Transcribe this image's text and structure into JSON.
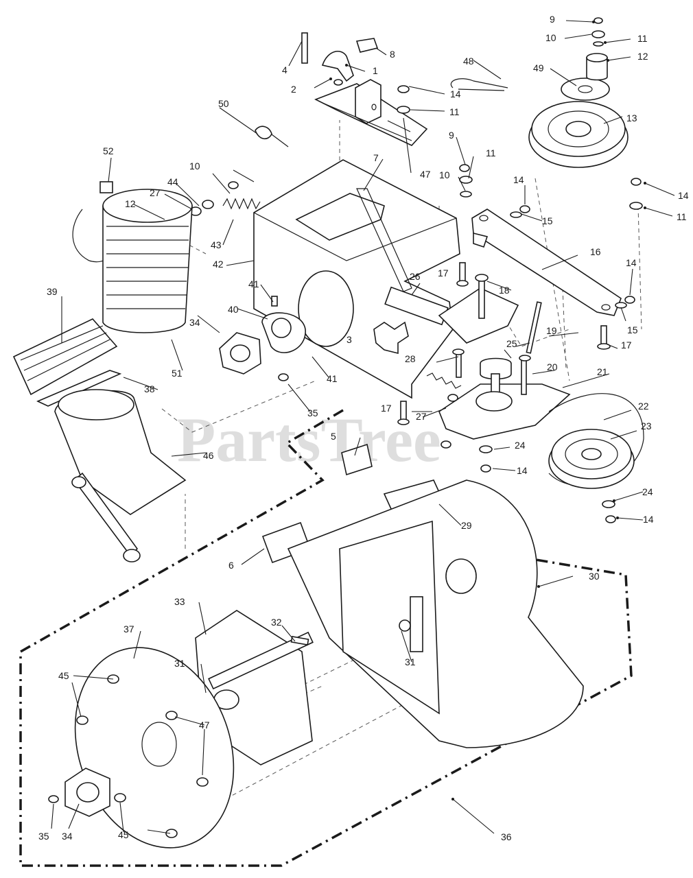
{
  "watermark": {
    "text": "PartsTree",
    "trademark": "™",
    "color": "#cfcfcf"
  },
  "callouts": [
    {
      "id": "c1",
      "label": "1"
    },
    {
      "id": "c2",
      "label": "2"
    },
    {
      "id": "c3",
      "label": "3"
    },
    {
      "id": "c4",
      "label": "4"
    },
    {
      "id": "c5",
      "label": "5"
    },
    {
      "id": "c6",
      "label": "6"
    },
    {
      "id": "c7",
      "label": "7"
    },
    {
      "id": "c8",
      "label": "8"
    },
    {
      "id": "c9a",
      "label": "9"
    },
    {
      "id": "c9b",
      "label": "9"
    },
    {
      "id": "c10a",
      "label": "10"
    },
    {
      "id": "c10b",
      "label": "10"
    },
    {
      "id": "c10c",
      "label": "10"
    },
    {
      "id": "c11a",
      "label": "11"
    },
    {
      "id": "c11b",
      "label": "11"
    },
    {
      "id": "c11c",
      "label": "11"
    },
    {
      "id": "c11d",
      "label": "11"
    },
    {
      "id": "c12a",
      "label": "12"
    },
    {
      "id": "c12b",
      "label": "12"
    },
    {
      "id": "c13",
      "label": "13"
    },
    {
      "id": "c14a",
      "label": "14"
    },
    {
      "id": "c14b",
      "label": "14"
    },
    {
      "id": "c14c",
      "label": "14"
    },
    {
      "id": "c14d",
      "label": "14"
    },
    {
      "id": "c14e",
      "label": "14"
    },
    {
      "id": "c14f",
      "label": "14"
    },
    {
      "id": "c15a",
      "label": "15"
    },
    {
      "id": "c15b",
      "label": "15"
    },
    {
      "id": "c16",
      "label": "16"
    },
    {
      "id": "c17a",
      "label": "17"
    },
    {
      "id": "c17b",
      "label": "17"
    },
    {
      "id": "c17c",
      "label": "17"
    },
    {
      "id": "c18",
      "label": "18"
    },
    {
      "id": "c19",
      "label": "19"
    },
    {
      "id": "c20",
      "label": "20"
    },
    {
      "id": "c21",
      "label": "21"
    },
    {
      "id": "c22",
      "label": "22"
    },
    {
      "id": "c23",
      "label": "23"
    },
    {
      "id": "c24a",
      "label": "24"
    },
    {
      "id": "c24b",
      "label": "24"
    },
    {
      "id": "c25",
      "label": "25"
    },
    {
      "id": "c26",
      "label": "26"
    },
    {
      "id": "c27a",
      "label": "27"
    },
    {
      "id": "c27b",
      "label": "27"
    },
    {
      "id": "c28",
      "label": "28"
    },
    {
      "id": "c29",
      "label": "29"
    },
    {
      "id": "c30",
      "label": "30"
    },
    {
      "id": "c31a",
      "label": "31"
    },
    {
      "id": "c31b",
      "label": "31"
    },
    {
      "id": "c32",
      "label": "32"
    },
    {
      "id": "c33",
      "label": "33"
    },
    {
      "id": "c34a",
      "label": "34"
    },
    {
      "id": "c34b",
      "label": "34"
    },
    {
      "id": "c35a",
      "label": "35"
    },
    {
      "id": "c35b",
      "label": "35"
    },
    {
      "id": "c36",
      "label": "36"
    },
    {
      "id": "c37",
      "label": "37"
    },
    {
      "id": "c38",
      "label": "38"
    },
    {
      "id": "c39",
      "label": "39"
    },
    {
      "id": "c40",
      "label": "40"
    },
    {
      "id": "c41a",
      "label": "41"
    },
    {
      "id": "c41b",
      "label": "41"
    },
    {
      "id": "c42",
      "label": "42"
    },
    {
      "id": "c43",
      "label": "43"
    },
    {
      "id": "c44",
      "label": "44"
    },
    {
      "id": "c45a",
      "label": "45"
    },
    {
      "id": "c45b",
      "label": "45"
    },
    {
      "id": "c46",
      "label": "46"
    },
    {
      "id": "c47a",
      "label": "47"
    },
    {
      "id": "c47b",
      "label": "47"
    },
    {
      "id": "c48",
      "label": "48"
    },
    {
      "id": "c49",
      "label": "49"
    },
    {
      "id": "c50",
      "label": "50"
    },
    {
      "id": "c51",
      "label": "51"
    },
    {
      "id": "c52",
      "label": "52"
    }
  ]
}
